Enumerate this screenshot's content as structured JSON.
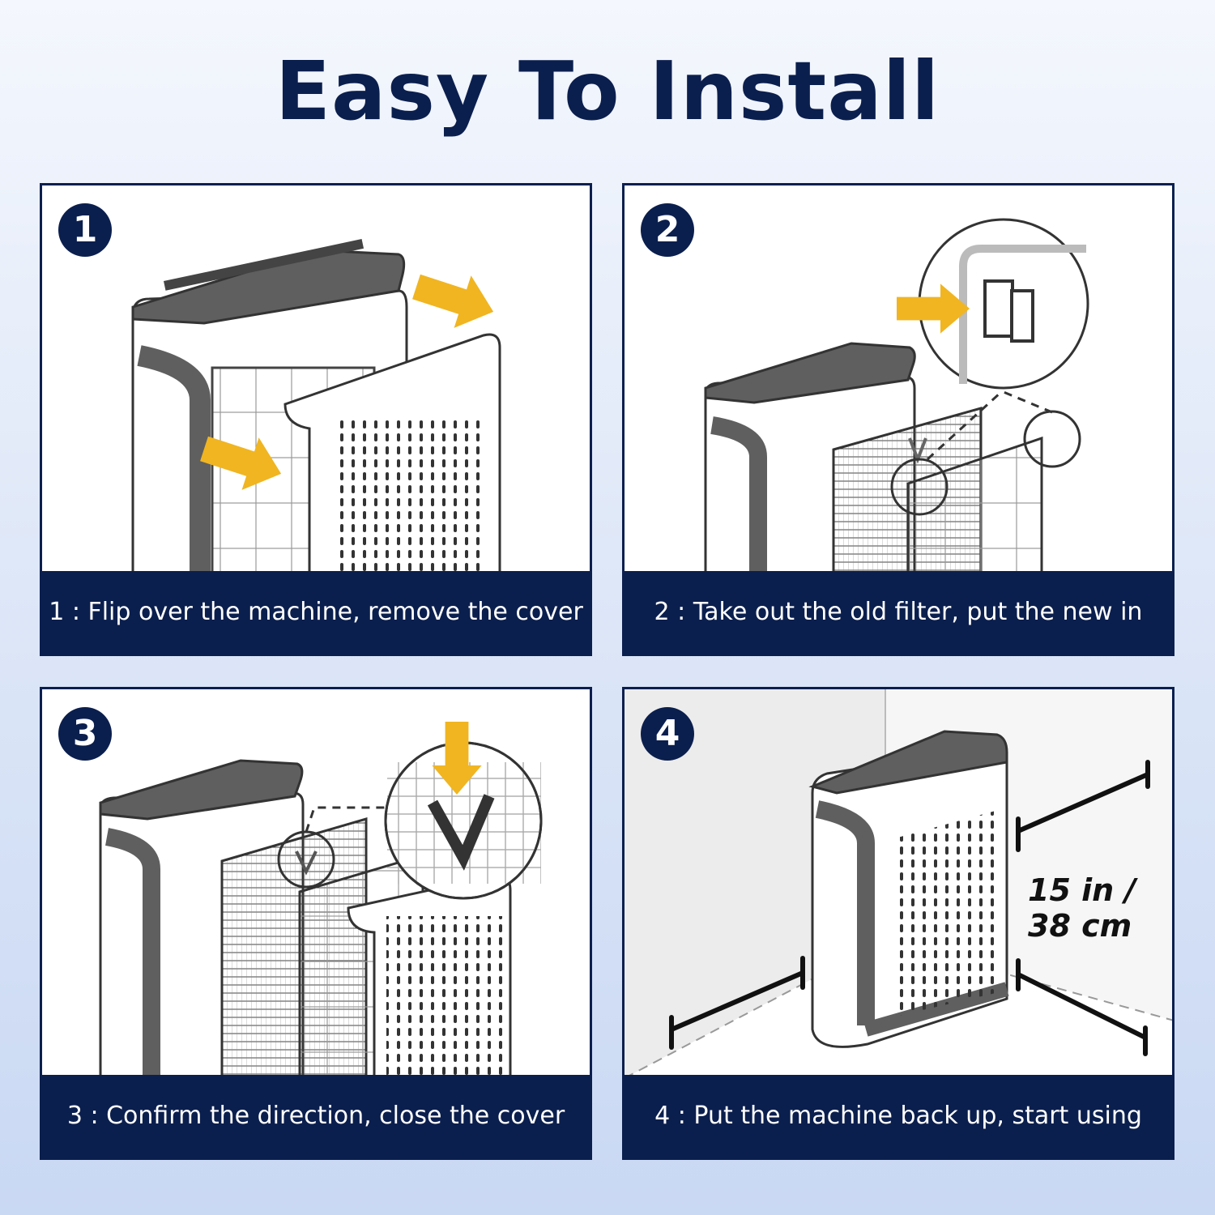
{
  "title": "Easy To Install",
  "colors": {
    "navy": "#0b1f4e",
    "arrow": "#f0b521",
    "machine_gray": "#5f5f5f"
  },
  "steps": [
    {
      "number": "1",
      "caption": "1 : Flip over the machine, remove the cover"
    },
    {
      "number": "2",
      "caption": "2 : Take out the old filter, put the new in"
    },
    {
      "number": "3",
      "caption": "3 : Confirm the direction, close the cover"
    },
    {
      "number": "4",
      "caption": "4 : Put the machine back up, start using"
    }
  ],
  "dimension": {
    "line1": "15 in /",
    "line2": "38 cm"
  },
  "icons": [
    "arrow-icon",
    "magnifier-circle-icon",
    "filter-icon",
    "air-purifier-icon",
    "direction-v-icon"
  ]
}
